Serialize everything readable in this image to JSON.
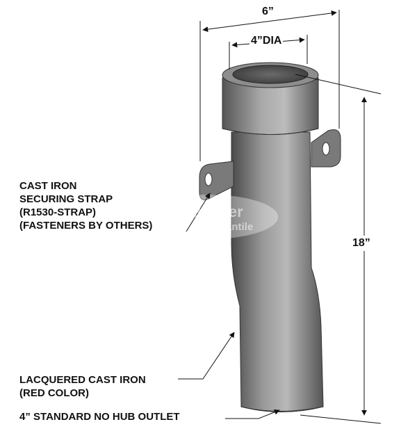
{
  "dimensions": {
    "width": "6”",
    "diameter": "4”DIA",
    "height": "18”"
  },
  "labels": {
    "strap": [
      "CAST IRON",
      "SECURING STRAP",
      "(R1530-STRAP)",
      "(FASTENERS BY OTHERS)"
    ],
    "material": [
      "LACQUERED CAST IRON",
      "(RED COLOR)"
    ],
    "outlet": "4” STANDARD NO HUB OUTLET"
  },
  "watermark": {
    "line1": "MasterBuilder",
    "line2": "Mercantile"
  },
  "colors": {
    "pipe_dark": "#4a4a4a",
    "pipe_light": "#b5b5b5",
    "line": "#111111"
  }
}
